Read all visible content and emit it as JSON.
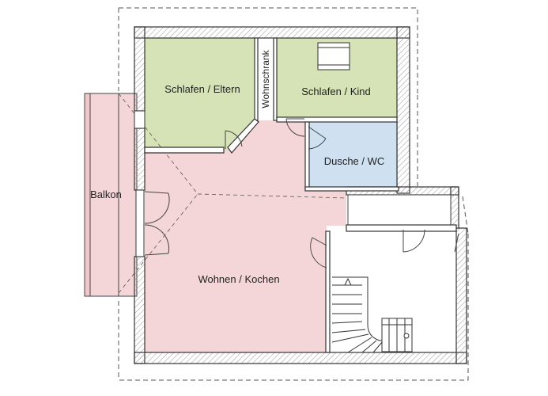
{
  "rooms": {
    "schlafen_eltern": "Schlafen / Eltern",
    "wohnschrank": "Wohnschrank",
    "schlafen_kind": "Schlafen / Kind",
    "dusche_wc": "Dusche / WC",
    "balkon": "Balkon",
    "wohnen_kochen": "Wohnen / Kochen"
  },
  "colors": {
    "bedroom": "#d6e3b6",
    "living": "#f5d6d8",
    "bathroom": "#cfe0f1",
    "wall": "#333333"
  }
}
